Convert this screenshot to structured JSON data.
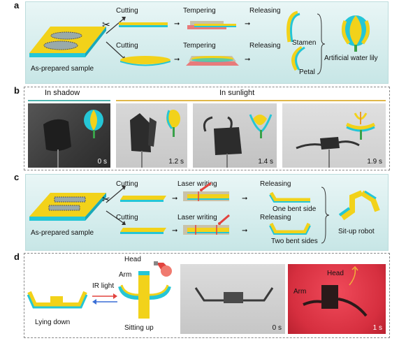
{
  "panels": {
    "a": {
      "label": "a",
      "cutting_top": "Cutting",
      "tempering_top": "Tempering",
      "releasing_top": "Releasing",
      "cutting_bottom": "Cutting",
      "tempering_bottom": "Tempering",
      "releasing_bottom": "Releasing",
      "sample": "As-prepared sample",
      "stamen": "Stamen",
      "petal": "Petal",
      "result": "Artificial water lily"
    },
    "b": {
      "label": "b",
      "shadow": "In shadow",
      "sunlight": "In sunlight",
      "times": [
        "0 s",
        "1.2 s",
        "1.4 s",
        "1.9 s"
      ]
    },
    "c": {
      "label": "c",
      "cutting_top": "Cutting",
      "laser_top": "Laser writing",
      "releasing_top": "Releasing",
      "cutting_bottom": "Cutting",
      "laser_bottom": "Laser writing",
      "releasing_bottom": "Releasing",
      "sample": "As-prepared sample",
      "one_bent": "One bent side",
      "two_bent": "Two bent sides",
      "result": "Sit-up robot"
    },
    "d": {
      "label": "d",
      "head": "Head",
      "arm": "Arm",
      "ir_light": "IR light",
      "lying": "Lying down",
      "sitting": "Sitting up",
      "time0": "0 s",
      "photo_head": "Head",
      "photo_arm": "Arm",
      "time1": "1 s"
    }
  },
  "colors": {
    "yellow": "#f2d21a",
    "cyan": "#25c6d6",
    "panel_bg": "#d6eeee",
    "red": "#e2433e",
    "sunlight_line": "#e0b84a",
    "shadow_line": "#4fb6b0"
  }
}
